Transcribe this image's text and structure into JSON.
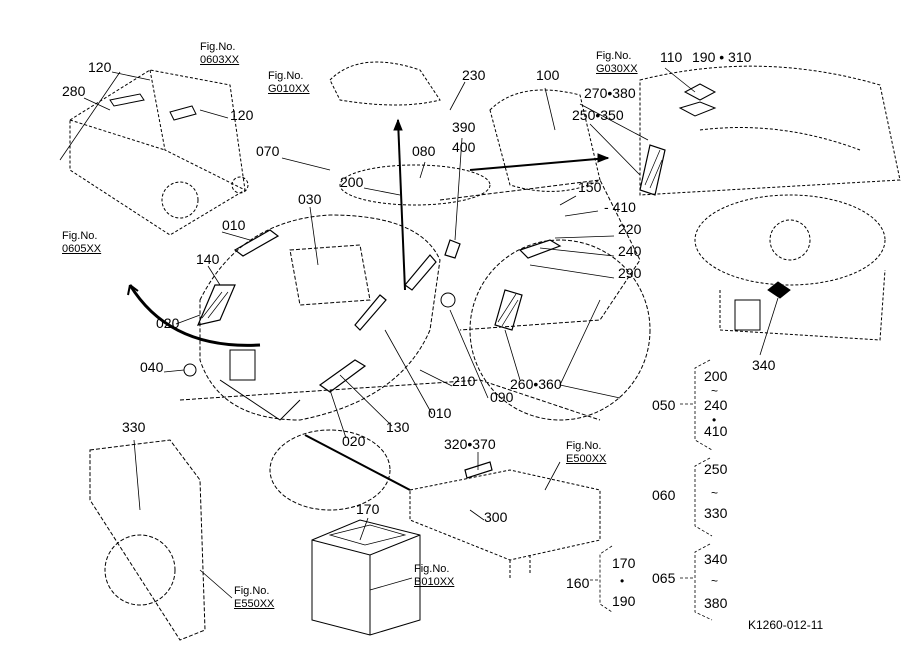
{
  "figure_refs": {
    "f0603": {
      "label": "Fig.No.",
      "code": "0603XX"
    },
    "fG010": {
      "label": "Fig.No.",
      "code": "G010XX"
    },
    "fG030": {
      "label": "Fig.No.",
      "code": "G030XX"
    },
    "f0605": {
      "label": "Fig.No.",
      "code": "0605XX"
    },
    "fE500": {
      "label": "Fig.No.",
      "code": "E500XX"
    },
    "fB010": {
      "label": "Fig.No.",
      "code": "B010XX"
    },
    "fE550": {
      "label": "Fig.No.",
      "code": "E550XX"
    }
  },
  "callouts": {
    "c120a": "120",
    "c280": "280",
    "c120b": "120",
    "c230": "230",
    "c100": "100",
    "c110": "110",
    "c190_310": "190 • 310",
    "c270_380": "270•380",
    "c250_350": "250•350",
    "c390": "390",
    "c400": "400",
    "c080": "080",
    "c070": "070",
    "c200": "200",
    "c150": "150",
    "c410": "- 410",
    "c220": "220",
    "c240": "240",
    "c290": "290",
    "c030": "030",
    "c010a": "010",
    "c140": "140",
    "c020a": "020",
    "c040": "040",
    "c090": "090",
    "c210": "210",
    "c010b": "010",
    "c130": "130",
    "c020b": "020",
    "c260_360": "260•360",
    "c340": "340",
    "c330": "330",
    "c320_370": "320•370",
    "c300": "300",
    "c170": "170"
  },
  "groups": {
    "g050": {
      "id": "050",
      "from": "200",
      "mid": "240",
      "to": "410",
      "sep1": "~",
      "sep2": "•"
    },
    "g060": {
      "id": "060",
      "from": "250",
      "to": "330",
      "sep": "~"
    },
    "g065": {
      "id": "065",
      "from": "340",
      "to": "380",
      "sep": "~"
    },
    "g160": {
      "id": "160",
      "from": "170",
      "to": "190",
      "sep": "•"
    }
  },
  "drawing_code": "K1260-012-11"
}
